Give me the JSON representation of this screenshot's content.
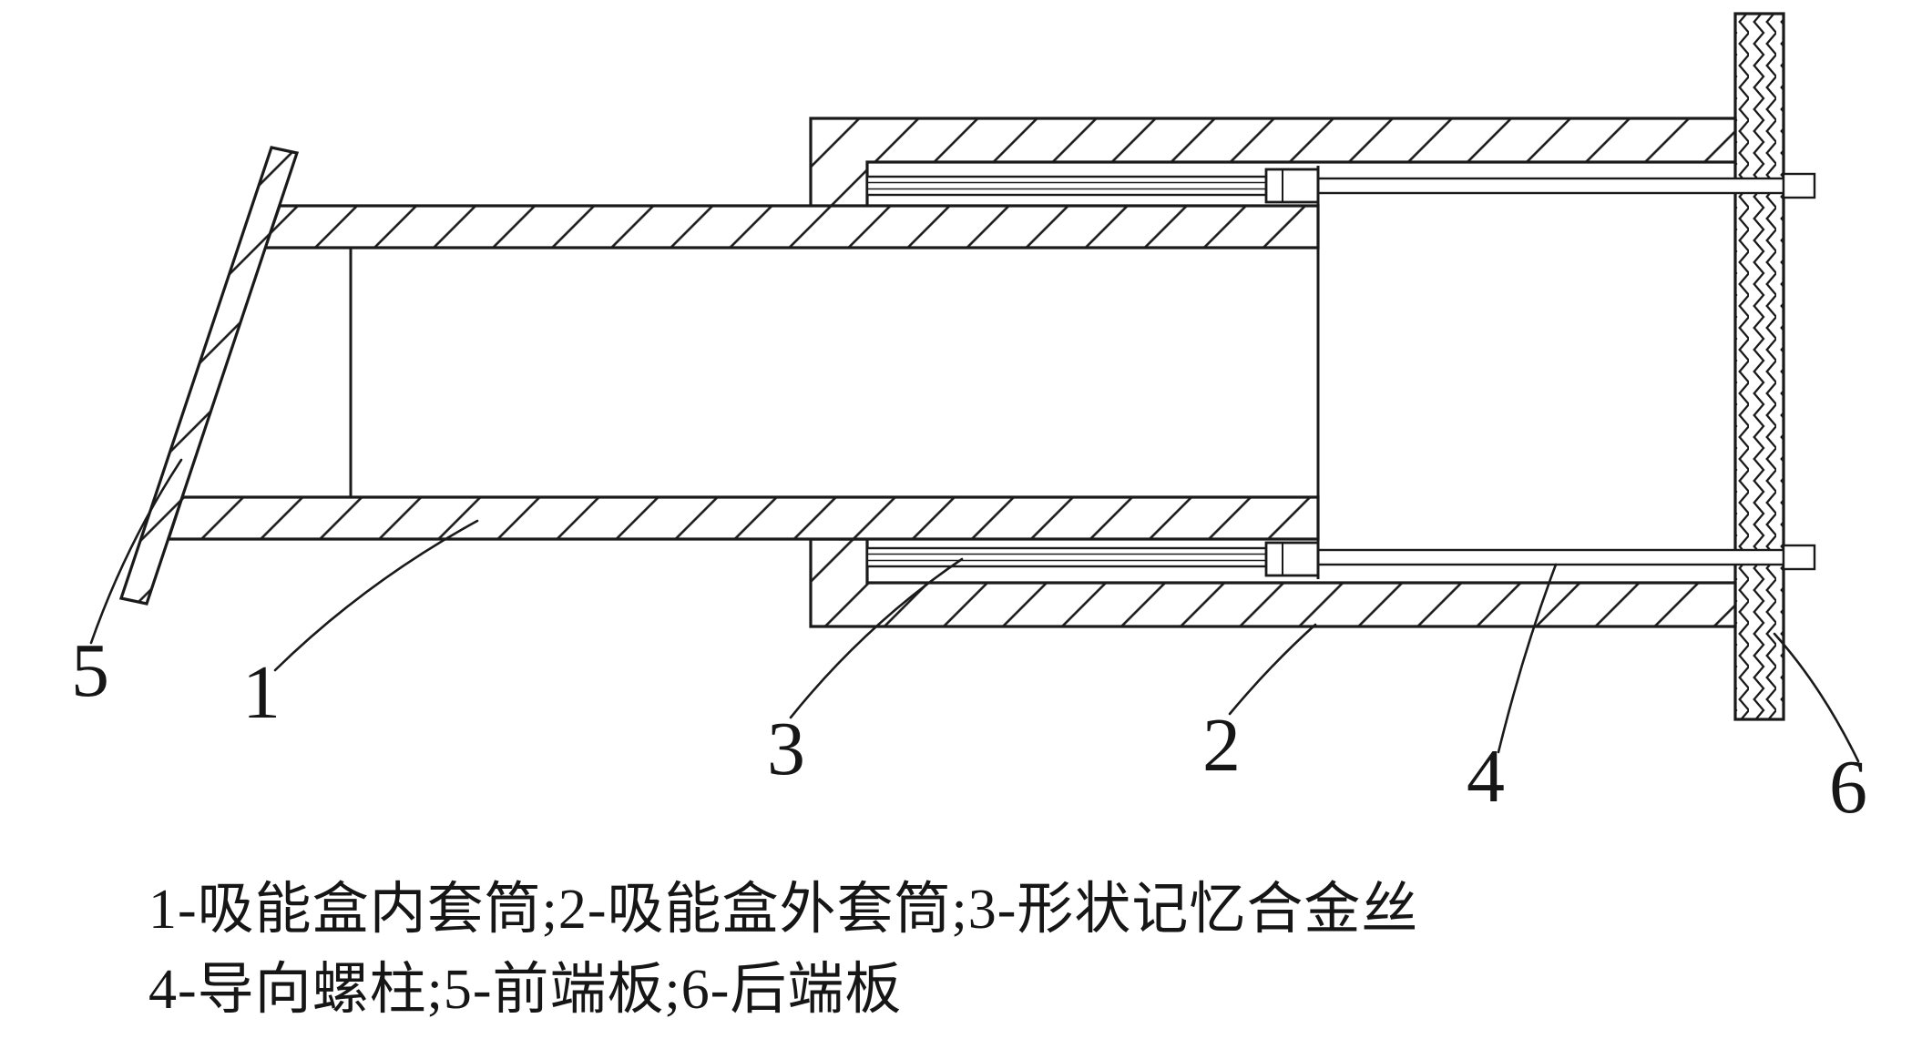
{
  "diagram": {
    "callouts": [
      {
        "num": "1",
        "part": "吸能盒内套筒"
      },
      {
        "num": "2",
        "part": "吸能盒外套筒"
      },
      {
        "num": "3",
        "part": "形状记忆合金丝"
      },
      {
        "num": "4",
        "part": "导向螺柱"
      },
      {
        "num": "5",
        "part": "前端板"
      },
      {
        "num": "6",
        "part": "后端板"
      }
    ],
    "caption": {
      "line1": "1-吸能盒内套筒;2-吸能盒外套筒;3-形状记忆合金丝",
      "line2": "4-导向螺柱;5-前端板;6-后端板"
    },
    "colors": {
      "ink": "#1a1a1a",
      "background": "#ffffff"
    }
  }
}
